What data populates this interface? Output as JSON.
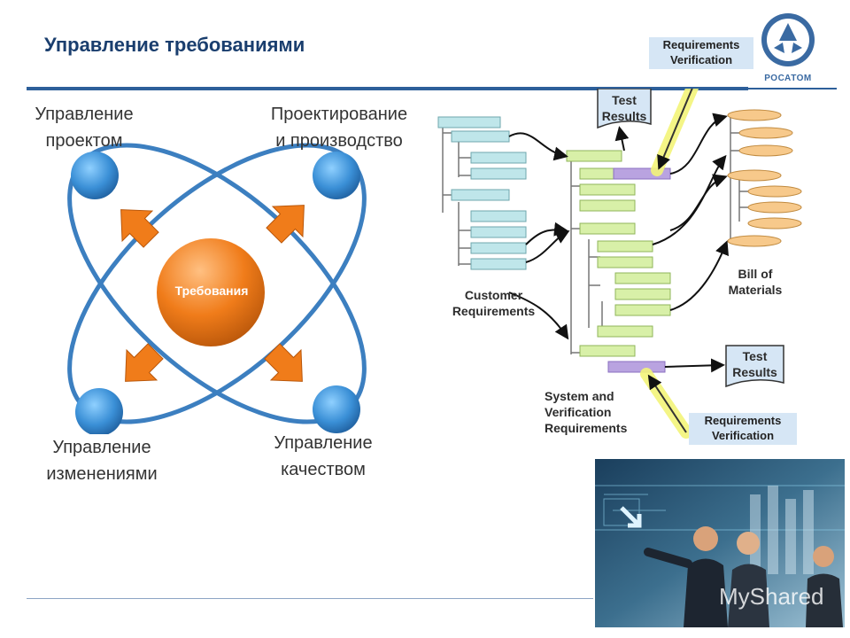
{
  "title": "Управление требованиями",
  "cycle": {
    "center_label": "Требования",
    "project_mgmt": [
      "Управление",
      "проектом"
    ],
    "design_prod": [
      "Проектирование",
      "и производство"
    ],
    "change_mgmt": [
      "Управление",
      "изменениями"
    ],
    "quality_mgmt": [
      "Управление",
      "качеством"
    ]
  },
  "flow": {
    "req_verification_top": [
      "Requirements",
      "Verification"
    ],
    "test_results_top": [
      "Test",
      "Results"
    ],
    "customer_requirements": [
      "Customer",
      "Requirements"
    ],
    "bill_of_materials": [
      "Bill of",
      "Materials"
    ],
    "test_results_bottom": [
      "Test",
      "Results"
    ],
    "system_verification": [
      "System and",
      "Verification",
      "Requirements"
    ],
    "req_verification_bottom": [
      "Requirements",
      "Verification"
    ]
  },
  "logo": {
    "text": "РОСАТОМ"
  },
  "watermark": "MyShared",
  "colors": {
    "accent": "#2d5f9a",
    "node": "#3a8fd6",
    "center": "#f07c1a",
    "bar": "#d8f0a8",
    "bar_left": "#bfe6ea",
    "purple": "#b9a3e0",
    "ellipse": "#f7c98b"
  }
}
